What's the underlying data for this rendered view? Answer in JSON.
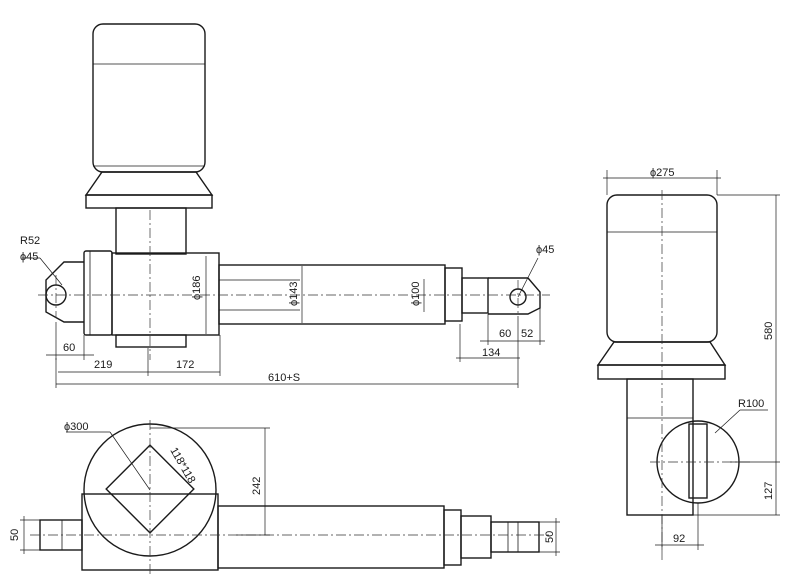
{
  "dimensions": {
    "r52": "R52",
    "phi45_left": "ϕ45",
    "phi45_right": "ϕ45",
    "d60_left": "60",
    "d219": "219",
    "d172": "172",
    "d610s": "610+S",
    "phi186": "ϕ186",
    "phi143": "ϕ143",
    "phi100": "ϕ100",
    "d60_right": "60",
    "d52": "52",
    "d134": "134",
    "phi300": "ϕ300",
    "sq118": "118*118",
    "d242": "242",
    "d50_left": "50",
    "d50_right": "50",
    "phi275": "ϕ275",
    "d580": "580",
    "r100": "R100",
    "d127": "127",
    "d92": "92"
  },
  "colors": {
    "line": "#1a1a1a",
    "background": "#ffffff"
  }
}
